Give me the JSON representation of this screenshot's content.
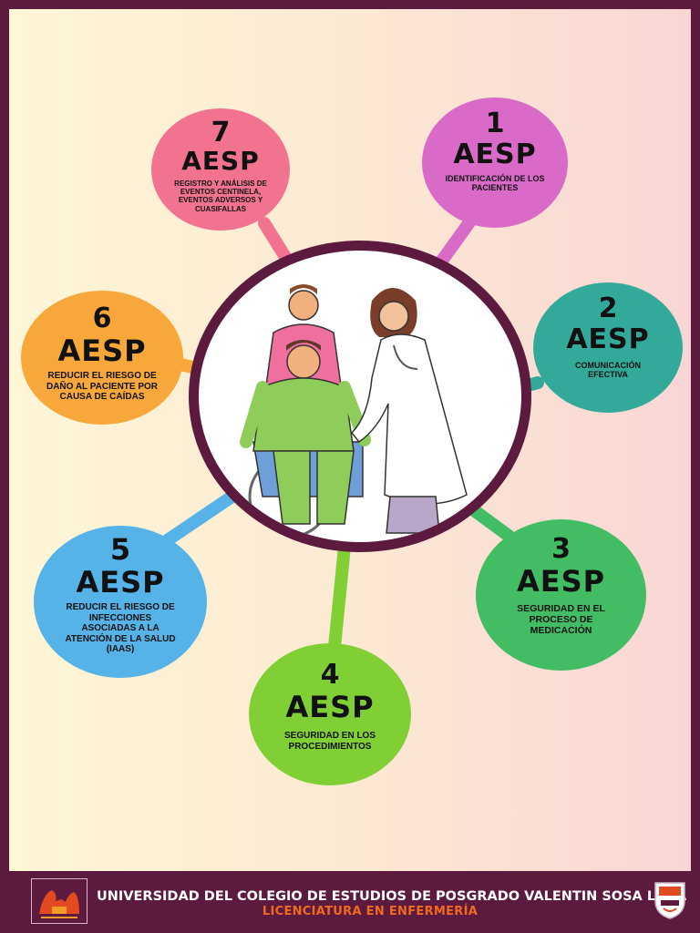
{
  "items": [
    {
      "id": "b1",
      "number": "1",
      "code": "AESP",
      "description": "IDENTIFICACIÓN DE LOS PACIENTES",
      "color": "#d96ac8"
    },
    {
      "id": "b2",
      "number": "2",
      "code": "AESP",
      "description": "COMUNICACIÓN EFECTIVA",
      "color": "#33a99a"
    },
    {
      "id": "b3",
      "number": "3",
      "code": "AESP",
      "description": "SEGURIDAD EN EL PROCESO DE MEDICACIÓN",
      "color": "#43bd64"
    },
    {
      "id": "b4",
      "number": "4",
      "code": "AESP",
      "description": "SEGURIDAD EN LOS PROCEDIMIENTOS",
      "color": "#7fcf35"
    },
    {
      "id": "b5",
      "number": "5",
      "code": "AESP",
      "description": "REDUCIR EL RIESGO DE INFECCIONES ASOCIADAS A LA ATENCIÓN DE LA SALUD (IAAS)",
      "color": "#56b3e8"
    },
    {
      "id": "b6",
      "number": "6",
      "code": "AESP",
      "description": "REDUCIR EL RIESGO DE DAÑO AL PACIENTE POR CAUSA DE CAÍDAS",
      "color": "#f8a83a"
    },
    {
      "id": "b7",
      "number": "7",
      "code": "AESP",
      "description": "REGISTRO Y ANÁLISIS DE EVENTOS CENTINELA, EVENTOS ADVERSOS Y CUASIFALLAS",
      "color": "#f2738f"
    }
  ],
  "footer": {
    "university": "UNIVERSIDAD DEL COLEGIO DE ESTUDIOS DE POSGRADO VALENTIN SOSA LORA",
    "program": "LICENCIATURA EN ENFERMERÍA"
  },
  "colors": {
    "frame": "#5b1a3e",
    "program_text": "#f26a1b"
  }
}
